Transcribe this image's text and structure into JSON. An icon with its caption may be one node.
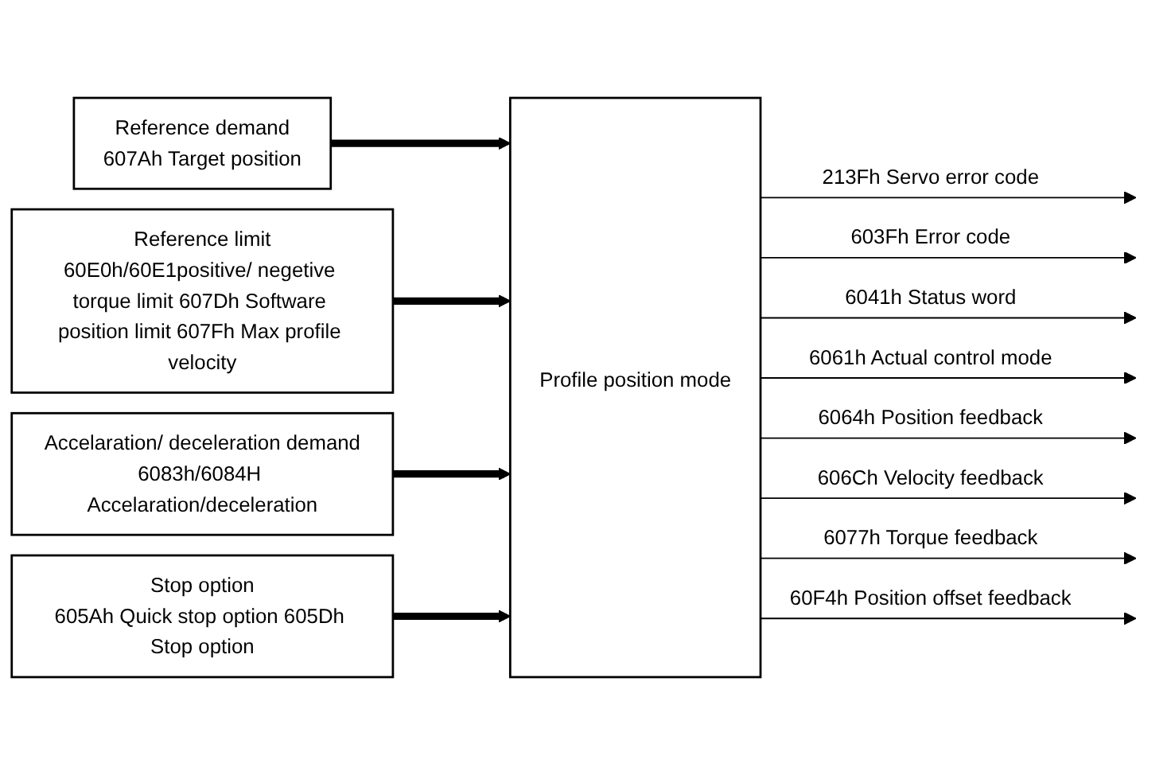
{
  "diagram": {
    "nodes": [
      {
        "text": [
          "Reference demand",
          "607Ah Target position"
        ]
      },
      {
        "text": [
          "Reference limit",
          "60E0h/60E1positive/ negetive torque limit 607Dh Software position limit 607Fh Max profile velocity"
        ]
      },
      {
        "text": [
          "Accelaration/ deceleration demand",
          "6083h/6084H Accelaration/deceleration"
        ]
      },
      {
        "text": [
          "Stop option",
          "605Ah Quick stop option 605Dh Stop option"
        ]
      },
      {
        "text": [
          "Profile position mode"
        ]
      }
    ],
    "edges": [
      {
        "from": 0,
        "to": 4,
        "arrow": "to",
        "style": "thick"
      },
      {
        "from": 1,
        "to": 4,
        "arrow": "to",
        "style": "thick"
      },
      {
        "from": 2,
        "to": 4,
        "arrow": "to",
        "style": "thick"
      },
      {
        "from": 3,
        "to": 4,
        "arrow": "to",
        "style": "thick"
      },
      {
        "from": 4,
        "to": null,
        "arrow": "to",
        "label": "213Fh Servo error code"
      },
      {
        "from": 4,
        "to": null,
        "arrow": "to",
        "label": "603Fh Error code"
      },
      {
        "from": 4,
        "to": null,
        "arrow": "to",
        "label": "6041h Status word"
      },
      {
        "from": 4,
        "to": null,
        "arrow": "to",
        "label": "6061h Actual control mode"
      },
      {
        "from": 4,
        "to": null,
        "arrow": "to",
        "label": "6064h Position feedback"
      },
      {
        "from": 4,
        "to": null,
        "arrow": "to",
        "label": "606Ch Velocity feedback"
      },
      {
        "from": 4,
        "to": null,
        "arrow": "to",
        "label": "6077h Torque feedback"
      },
      {
        "from": 4,
        "to": null,
        "arrow": "to",
        "label": "60F4h Position offset feedback"
      }
    ]
  }
}
